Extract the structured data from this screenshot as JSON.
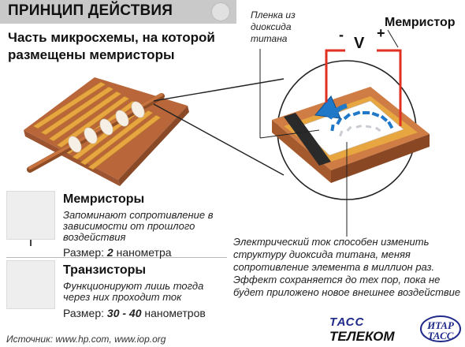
{
  "header": {
    "title": "ПРИНЦИП ДЕЙСТВИЯ"
  },
  "subtitle": "Часть микросхемы, на которой размещены мемристоры",
  "diagram": {
    "film_label": "Пленка из диоксида титана",
    "memristor_label": "Мемристор",
    "minus": "-",
    "voltage": "V",
    "plus": "+",
    "explanation": "Электрический ток способен изменить структуру диоксида титана, меняя сопротивление элемента в миллион раз. Эффект сохраняется до тех пор, пока не будет приложено новое внешнее воздействие"
  },
  "legend": {
    "memristors": {
      "title": "Мемристоры",
      "description": "Запоминают сопротивление в зависимости от прошлого воздействия",
      "size_label": "Размер: ",
      "size_value": "2",
      "size_unit": " нанометра"
    },
    "transistors": {
      "title": "Транзисторы",
      "description": "Функционируют лишь тогда через них проходит ток",
      "size_label": "Размер: ",
      "size_value": "30 - 40",
      "size_unit": " нанометров"
    }
  },
  "source": "Источник: www.hp.com, www.iop.org",
  "logos": {
    "tass_telecom_top": "ТАСС",
    "tass_telecom_bottom": "ТЕЛЕКОМ",
    "itar_tass_line1": "ИТАР",
    "itar_tass_line2": "ТАСС"
  },
  "colors": {
    "copper": "#c8743f",
    "gold": "#e7a640",
    "blue_arrow": "#1f78c8",
    "wire_red": "#e03020",
    "title_bar": "#c9c9c9"
  }
}
